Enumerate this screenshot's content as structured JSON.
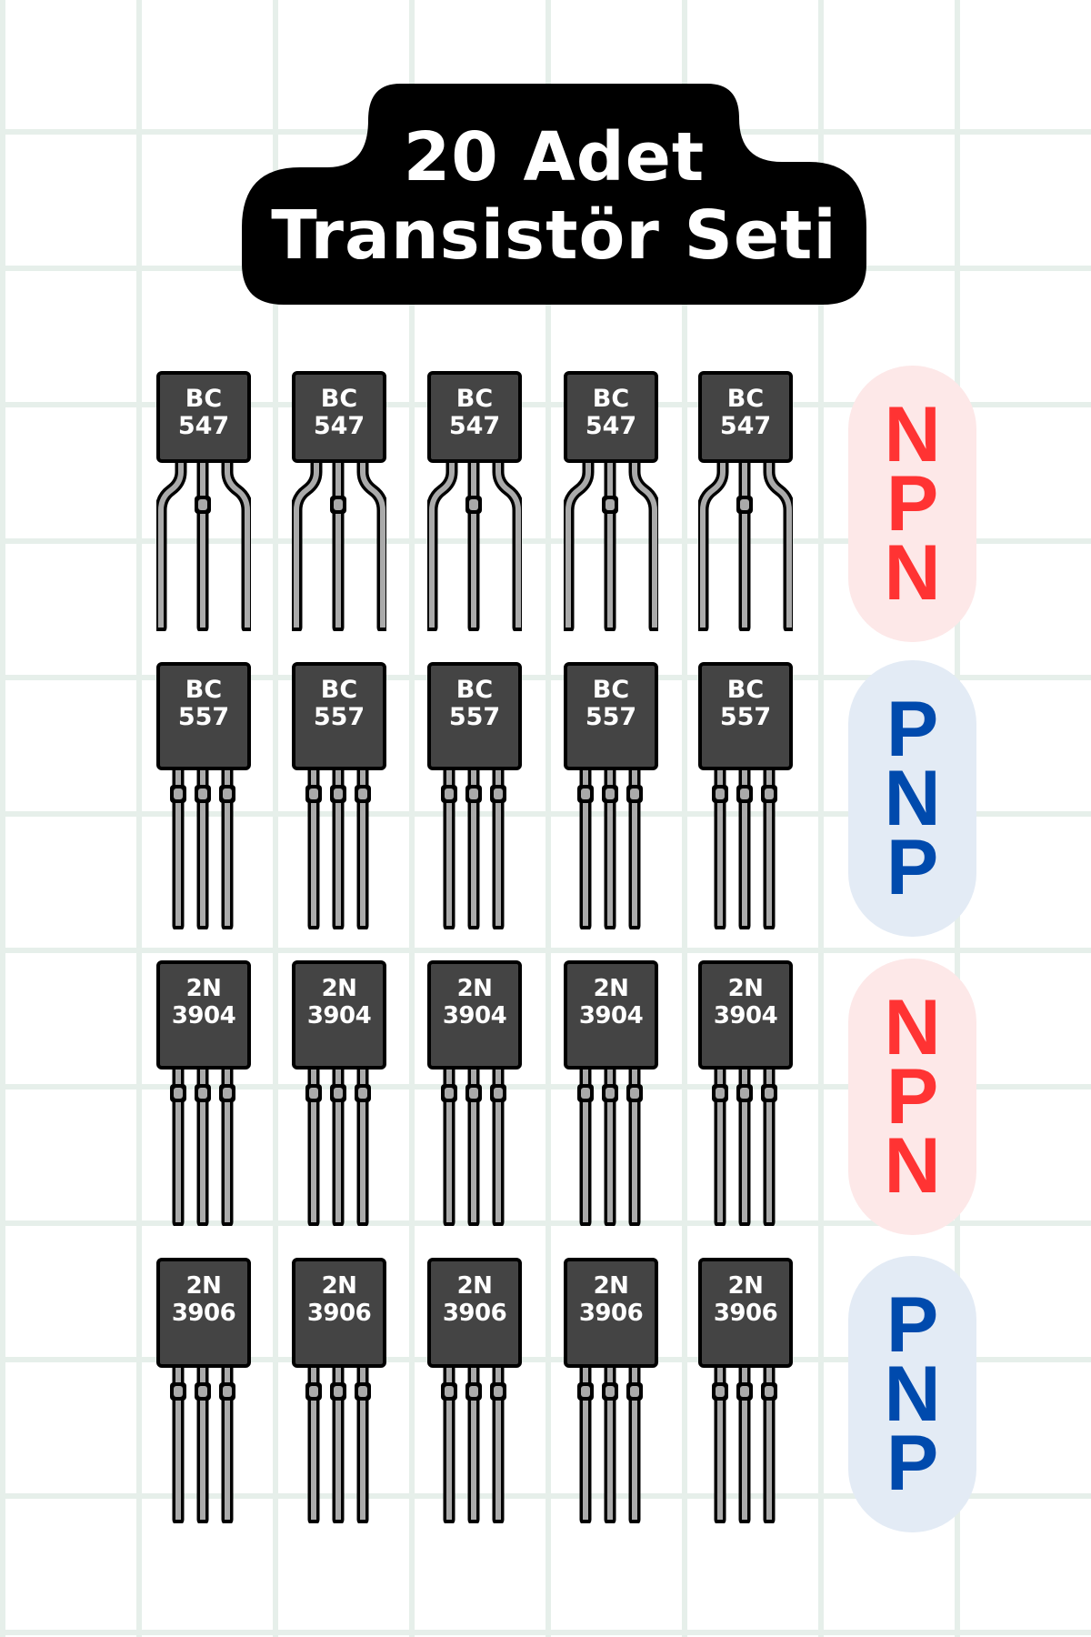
{
  "title": {
    "line1": "20 Adet",
    "line2": "Transistör Seti"
  },
  "colors": {
    "background": "#ffffff",
    "grid": "#e6efea",
    "title_bg": "#000000",
    "title_text": "#ffffff",
    "transistor_body": "#444444",
    "transistor_leg": "#aaaaaa",
    "npn_text": "#ff3333",
    "npn_bg": "#fde8e8",
    "pnp_text": "#004aad",
    "pnp_bg": "#e3ebf5"
  },
  "rows": [
    {
      "model_line1": "BC",
      "model_line2": "547",
      "type": "NPN",
      "type_letters": [
        "N",
        "P",
        "N"
      ],
      "leg_style": "bent",
      "count": 5,
      "items": [
        {
          "line1": "BC",
          "line2": "547"
        },
        {
          "line1": "BC",
          "line2": "547"
        },
        {
          "line1": "BC",
          "line2": "547"
        },
        {
          "line1": "BC",
          "line2": "547"
        },
        {
          "line1": "BC",
          "line2": "547"
        }
      ]
    },
    {
      "model_line1": "BC",
      "model_line2": "557",
      "type": "PNP",
      "type_letters": [
        "P",
        "N",
        "P"
      ],
      "leg_style": "straight",
      "count": 5,
      "items": [
        {
          "line1": "BC",
          "line2": "557"
        },
        {
          "line1": "BC",
          "line2": "557"
        },
        {
          "line1": "BC",
          "line2": "557"
        },
        {
          "line1": "BC",
          "line2": "557"
        },
        {
          "line1": "BC",
          "line2": "557"
        }
      ]
    },
    {
      "model_line1": "2N",
      "model_line2": "3904",
      "type": "NPN",
      "type_letters": [
        "N",
        "P",
        "N"
      ],
      "leg_style": "straight",
      "count": 5,
      "items": [
        {
          "line1": "2N",
          "line2": "3904"
        },
        {
          "line1": "2N",
          "line2": "3904"
        },
        {
          "line1": "2N",
          "line2": "3904"
        },
        {
          "line1": "2N",
          "line2": "3904"
        },
        {
          "line1": "2N",
          "line2": "3904"
        }
      ]
    },
    {
      "model_line1": "2N",
      "model_line2": "3906",
      "type": "PNP",
      "type_letters": [
        "P",
        "N",
        "P"
      ],
      "leg_style": "straight",
      "count": 5,
      "items": [
        {
          "line1": "2N",
          "line2": "3906"
        },
        {
          "line1": "2N",
          "line2": "3906"
        },
        {
          "line1": "2N",
          "line2": "3906"
        },
        {
          "line1": "2N",
          "line2": "3906"
        },
        {
          "line1": "2N",
          "line2": "3906"
        }
      ]
    }
  ]
}
